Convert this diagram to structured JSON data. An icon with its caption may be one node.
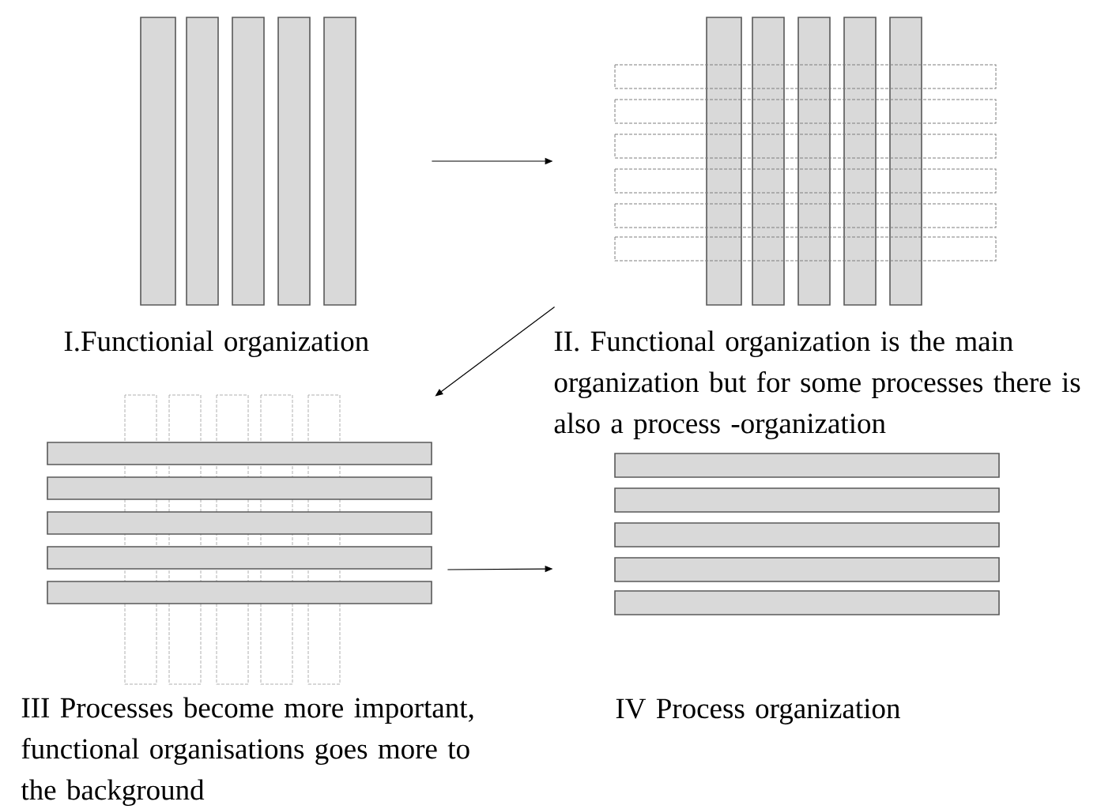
{
  "diagram": {
    "nodes": [
      {
        "text": [
          "I.Functionial organization"
        ]
      },
      {
        "text": [
          "II. Functional organization is the main organization but for some processes there is also a process -organization"
        ]
      },
      {
        "text": [
          "III Processes become more important, functional organisations goes more to the background"
        ]
      },
      {
        "text": [
          "IV Process organization"
        ]
      }
    ],
    "edges": [
      {
        "from": 0,
        "to": 1,
        "arrow": "to"
      },
      {
        "from": 1,
        "to": 2,
        "arrow": "to"
      },
      {
        "from": 2,
        "to": 3,
        "arrow": "to"
      }
    ]
  }
}
